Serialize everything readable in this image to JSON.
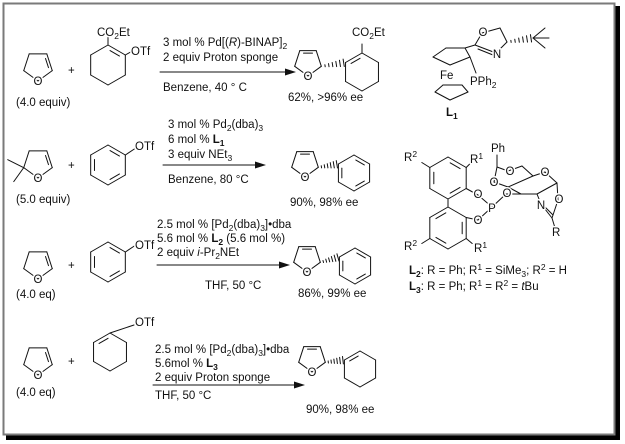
{
  "atoms": {
    "O": "O",
    "N": "N",
    "P": "P",
    "R": "R",
    "Ph": "Ph",
    "Fe": "Fe",
    "OTf": "OTf",
    "plus": "+"
  },
  "reactions": [
    {
      "amount": "(4.0 equiv)",
      "ester": [
        "CO",
        {
          "sub": "2"
        },
        "Et"
      ],
      "conditions": [
        [
          "3 mol % Pd[(",
          {
            "i": "R"
          },
          ")-BINAP]",
          {
            "sub": "2"
          }
        ],
        [
          "2 equiv Proton sponge"
        ]
      ],
      "solvent": "Benzene, 40 ° C",
      "product_ester": [
        "CO",
        {
          "sub": "2"
        },
        "Et"
      ],
      "yield": "62%, >96% ee"
    },
    {
      "amount": "(5.0 equiv)",
      "conditions": [
        [
          "3 mol % Pd",
          {
            "sub": "2"
          },
          "(dba)",
          {
            "sub": "3"
          }
        ],
        [
          "6 mol % ",
          {
            "b": "L"
          },
          {
            "bsub": "1"
          }
        ],
        [
          "3 equiv NEt",
          {
            "sub": "3"
          }
        ]
      ],
      "solvent": "Benzene, 80 °C",
      "yield": "90%, 98% ee"
    },
    {
      "amount": "(4.0 eq)",
      "conditions": [
        [
          "2.5 mol % [Pd",
          {
            "sub": "2"
          },
          "(dba)",
          {
            "sub": "3"
          },
          "]•dba"
        ],
        [
          "5.6 mol % ",
          {
            "b": "L"
          },
          {
            "bsub": "2"
          },
          " (5.6 mol %)"
        ],
        [
          "2 equiv ",
          {
            "i": "i"
          },
          "-Pr",
          {
            "sub": "2"
          },
          "NEt"
        ]
      ],
      "solvent": "THF, 50 °C",
      "yield": "86%, 99% ee"
    },
    {
      "amount": "(4.0 eq)",
      "conditions": [
        [
          "2.5 mol % [Pd",
          {
            "sub": "2"
          },
          "(dba)",
          {
            "sub": "3"
          },
          "]•dba"
        ],
        [
          "5.6mol %  ",
          {
            "b": "L"
          },
          {
            "bsub": "3"
          }
        ],
        [
          "2 equiv Proton sponge"
        ]
      ],
      "solvent": "THF, 50 °C",
      "yield": "90%, 98% ee"
    }
  ],
  "ligands": {
    "L1_label": [
      {
        "b": "L"
      },
      {
        "bsub": "1"
      }
    ],
    "PPh2": [
      "PPh",
      {
        "sub": "2"
      }
    ],
    "R1": [
      "R",
      {
        "sup": "1"
      }
    ],
    "R2": [
      "R",
      {
        "sup": "2"
      }
    ],
    "L2_desc": [
      {
        "b": "L"
      },
      {
        "bsub": "2"
      },
      ": R = Ph; R",
      {
        "sup": "1"
      },
      " = SiMe",
      {
        "sub": "3"
      },
      "; R",
      {
        "sup": "2"
      },
      " = H"
    ],
    "L3_desc": [
      {
        "b": "L"
      },
      {
        "bsub": "3"
      },
      ": R = Ph; R",
      {
        "sup": "1"
      },
      " = R",
      {
        "sup": "2"
      },
      " = ",
      {
        "i": "t"
      },
      "Bu"
    ]
  },
  "colors": {
    "frame": "#7a7a7a",
    "shadow": "#000000",
    "ink": "#111111"
  }
}
